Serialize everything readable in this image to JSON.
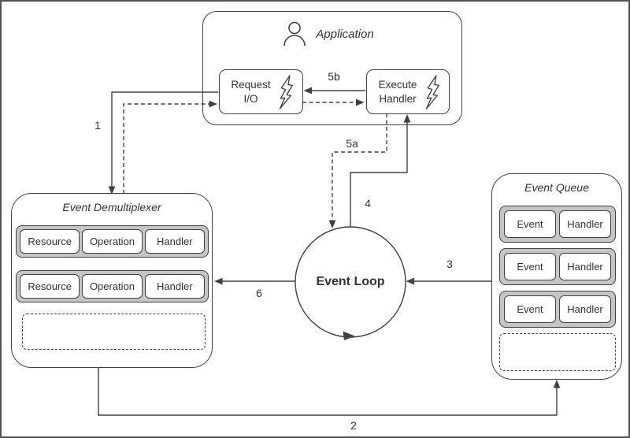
{
  "application": {
    "title": "Application",
    "request_io_label": "Request I/O",
    "execute_handler_label": "Execute Handler"
  },
  "event_demultiplexer": {
    "title": "Event Demultiplexer",
    "rows": [
      [
        "Resource",
        "Operation",
        "Handler"
      ],
      [
        "Resource",
        "Operation",
        "Handler"
      ]
    ]
  },
  "event_queue": {
    "title": "Event Queue",
    "rows": [
      [
        "Event",
        "Handler"
      ],
      [
        "Event",
        "Handler"
      ],
      [
        "Event",
        "Handler"
      ]
    ]
  },
  "event_loop": {
    "label": "Event Loop"
  },
  "arrow_labels": {
    "step1": "1",
    "step2": "2",
    "step3": "3",
    "step4": "4",
    "step5a": "5a",
    "step5b": "5b",
    "step6": "6"
  },
  "icons": {
    "person": "person-icon",
    "lightning": "lightning-icon"
  },
  "colors": {
    "line": "#414141",
    "row_fill": "#c5c5c5",
    "background": "#ffffff",
    "text": "#333333",
    "page_border": "#545454"
  }
}
